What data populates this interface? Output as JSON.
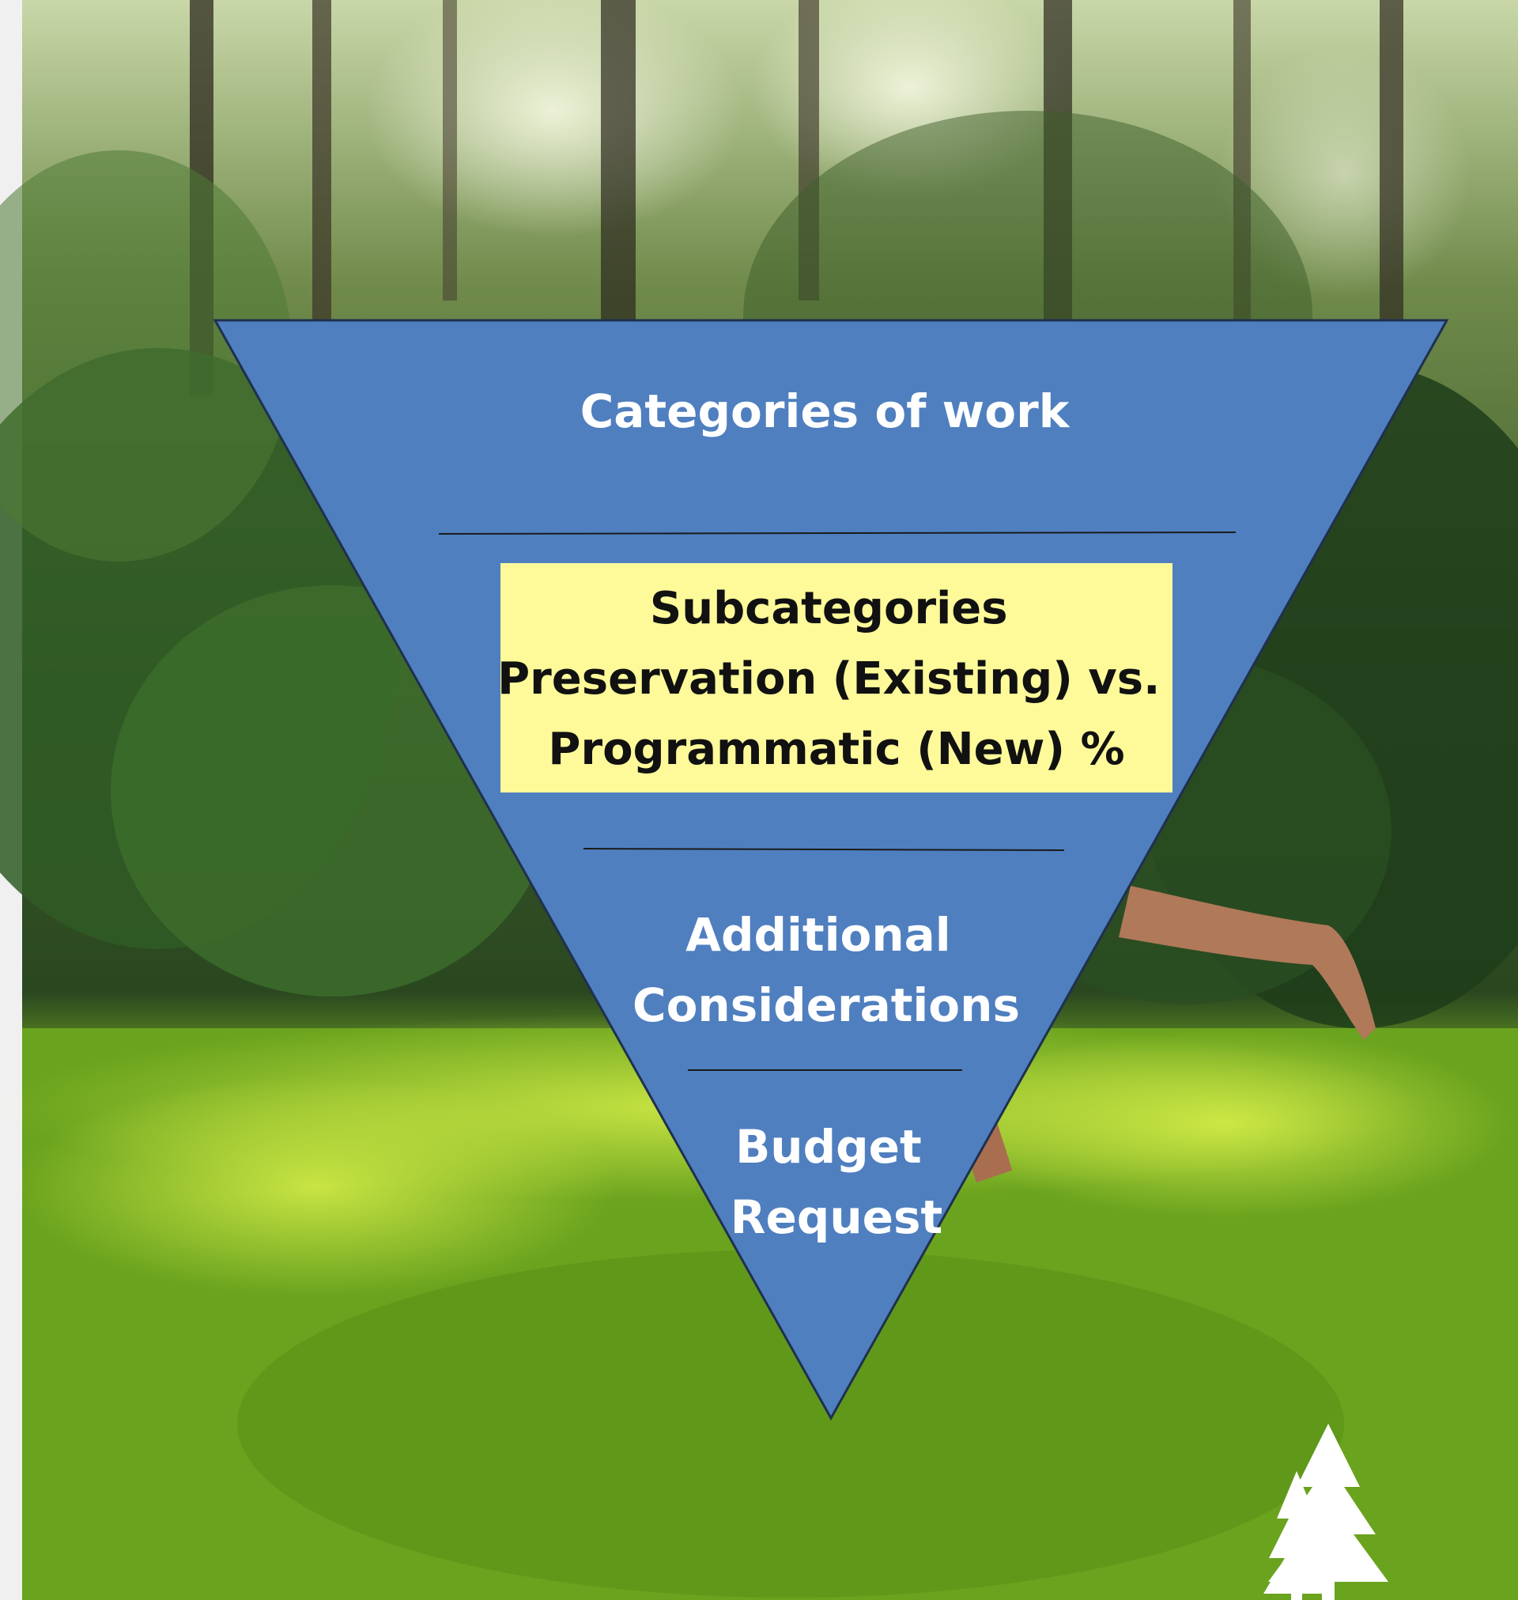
{
  "diagram": {
    "type": "inverted-pyramid",
    "levels": [
      {
        "lines": [
          "Categories of work"
        ],
        "highlighted": false
      },
      {
        "lines": [
          "Subcategories",
          "Preservation (Existing) vs.",
          "Programmatic (New) %"
        ],
        "highlighted": true
      },
      {
        "lines": [
          "Additional",
          "Considerations"
        ],
        "highlighted": false
      },
      {
        "lines": [
          "Budget",
          "Request"
        ],
        "highlighted": false
      }
    ]
  },
  "colors": {
    "funnel_fill": "#4f7fbf",
    "funnel_stroke": "#1f3050",
    "divider": "#1a1a1a",
    "highlight_fill": "#fefa9a",
    "text_light": "#ffffff",
    "text_dark": "#111111",
    "page_margin": "#f0f0f0"
  },
  "icons": {
    "corner_logo": "pine-trees-icon"
  }
}
